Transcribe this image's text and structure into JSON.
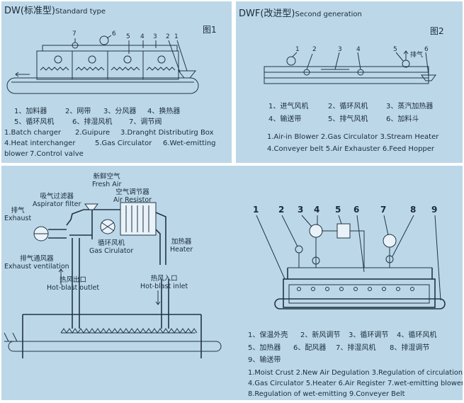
{
  "panel1": {
    "title_main": "DW(标准型)",
    "title_sub": "Standard type",
    "fig": "图1",
    "callouts": [
      "7",
      "6",
      "5",
      "4",
      "3",
      "2",
      "1"
    ],
    "legend_cn": [
      "1、加料器",
      "2、网带",
      "3、分风器",
      "4、换热器",
      "5、循环风机",
      "6、排湿风机",
      "7、调节阀"
    ],
    "legend_en": [
      "1.Batch charger",
      "2.Guipure",
      "3.Dranght Distributirg Box",
      "4.Heat interchanger",
      "5.Gas Circulator",
      "6.Wet-emitting",
      "blower",
      "7.Control valve"
    ]
  },
  "panel2": {
    "title_main": "DWF(改进型)",
    "title_sub": "Second generation",
    "fig": "图2",
    "callouts": [
      "1",
      "2",
      "3",
      "4",
      "5",
      "6"
    ],
    "exhaust_label": "排气",
    "legend_cn": [
      "1、进气风机",
      "2、循环风机",
      "3、蒸汽加热器",
      "4、输送带",
      "5、排气风机",
      "6、加料斗"
    ],
    "legend_en": [
      "1.Air-in Blower 2.Gas Circulator 3.Stream Heater",
      "4.Conveyer belt 5.Air Exhauster 6.Feed Hopper"
    ]
  },
  "panel3": {
    "labels": {
      "fresh_air_cn": "新鲜空气",
      "fresh_air_en": "Fresh Air",
      "air_resistor_cn": "空气调节器",
      "air_resistor_en": "Air Resistor",
      "aspirator_cn": "吸气过滤器",
      "aspirator_en": "Aspirator filter",
      "exhaust_cn": "排气",
      "exhaust_en": "Exhaust",
      "gas_circ_cn": "循环风机",
      "gas_circ_en": "Gas Cirulator",
      "heater_cn": "加热器",
      "heater_en": "Heater",
      "exhaust_vent_cn": "排气通风器",
      "exhaust_vent_en": "Exhaust ventilation",
      "hot_outlet_cn": "热风出口",
      "hot_outlet_en": "Hot-blast outlet",
      "hot_inlet_cn": "热风入口",
      "hot_inlet_en": "Hot-blast inlet"
    },
    "callouts": [
      "1",
      "2",
      "3",
      "4",
      "5",
      "6",
      "7",
      "8",
      "9"
    ],
    "legend_cn": [
      "1、保温外壳",
      "2、新风调节",
      "3、循环调节",
      "4、循环风机",
      "5、加热器",
      "6、配风器",
      "7、排湿风机",
      "8、排湿调节",
      "9、输送带"
    ],
    "legend_en": [
      "1.Moist Crust  2.New Air Degulation  3.Regulation of circulation",
      "4.Gas Circulator  5.Heater  6.Air Register  7.wet-emitting blower",
      "8.Regulation of wet-emitting  9.Conveyer Belt"
    ]
  }
}
